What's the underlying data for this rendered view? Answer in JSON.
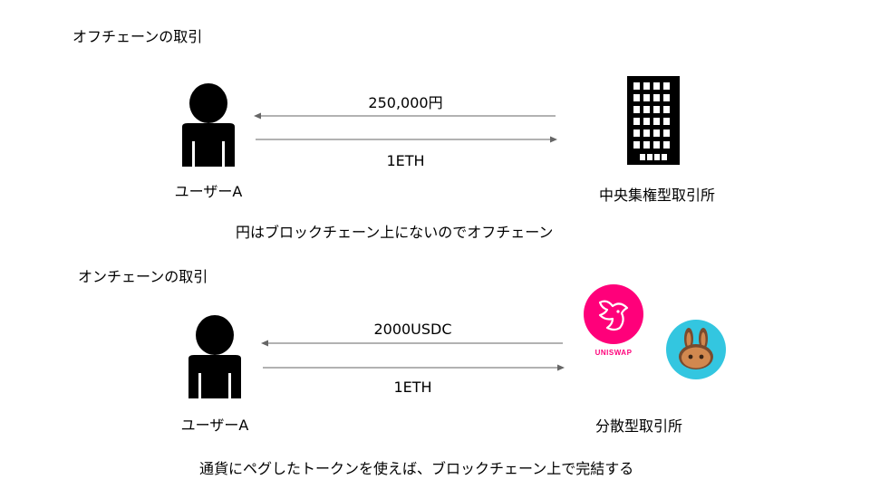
{
  "offchain": {
    "heading": "オフチェーンの取引",
    "user_label": "ユーザーA",
    "arrow_left_label": "250,000円",
    "arrow_right_label": "1ETH",
    "exchange_label": "中央集権型取引所",
    "caption": "円はブロックチェーン上にないのでオフチェーン"
  },
  "onchain": {
    "heading": "オンチェーンの取引",
    "user_label": "ユーザーA",
    "arrow_left_label": "2000USDC",
    "arrow_right_label": "1ETH",
    "uniswap_wordmark": "UNISWAP",
    "exchange_label": "分散型取引所",
    "caption": "通貨にペグしたトークンを使えば、ブロックチェーン上で完結する"
  },
  "colors": {
    "uniswap_pink": "#ff007a",
    "pancake_teal": "#33c6e0",
    "arrow_gray": "#666666"
  },
  "icons": [
    "person-icon",
    "building-icon",
    "uniswap-logo-icon",
    "pancakeswap-logo-icon"
  ]
}
